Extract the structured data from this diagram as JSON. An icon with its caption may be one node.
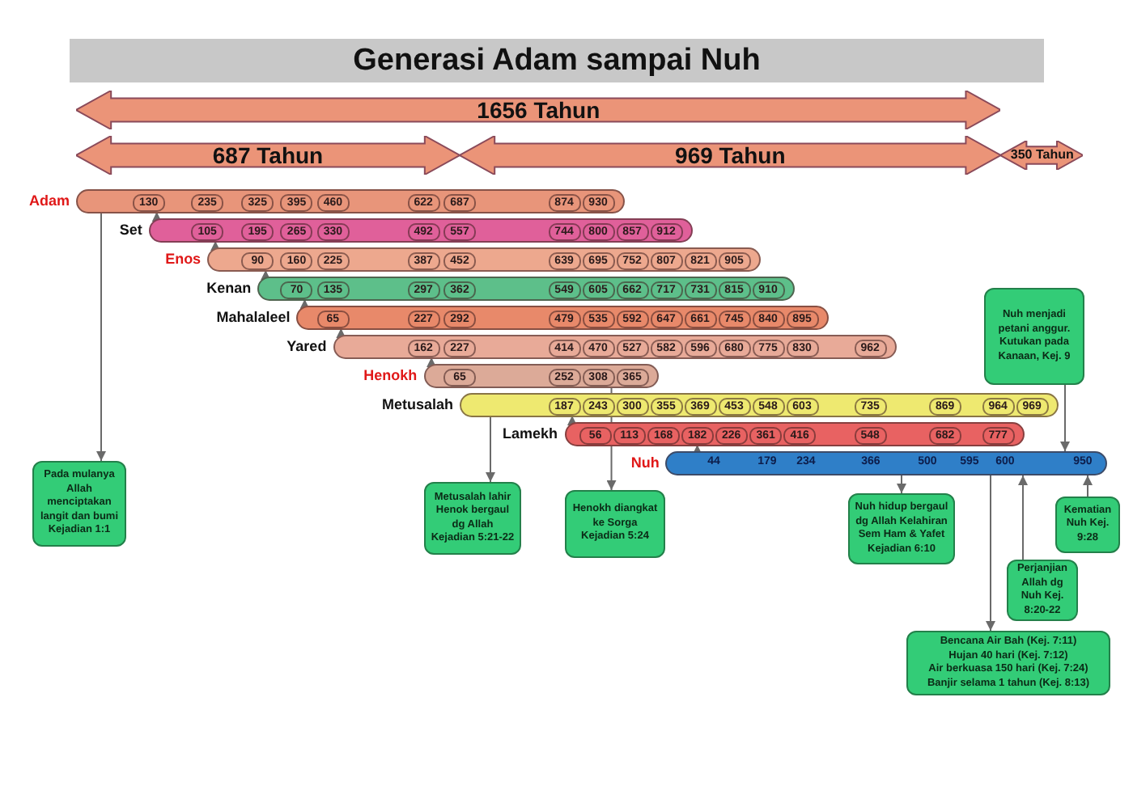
{
  "diagram": {
    "title": "Generasi Adam sampai Nuh",
    "nodes": [
      {
        "text": [
          "1656 Tahun"
        ]
      },
      {
        "text": [
          "687 Tahun"
        ]
      },
      {
        "text": [
          "969 Tahun"
        ]
      },
      {
        "text": [
          "350 Tahun"
        ]
      },
      {
        "text": [
          "Adam"
        ]
      },
      {
        "text": [
          "130"
        ],
        "in": 4
      },
      {
        "text": [
          "235"
        ],
        "in": 4
      },
      {
        "text": [
          "325"
        ],
        "in": 4
      },
      {
        "text": [
          "395"
        ],
        "in": 4
      },
      {
        "text": [
          "460"
        ],
        "in": 4
      },
      {
        "text": [
          "622"
        ],
        "in": 4
      },
      {
        "text": [
          "687"
        ],
        "in": 4
      },
      {
        "text": [
          "874"
        ],
        "in": 4
      },
      {
        "text": [
          "930"
        ],
        "in": 4
      },
      {
        "text": [
          "Set"
        ]
      },
      {
        "text": [
          "105"
        ],
        "in": 14
      },
      {
        "text": [
          "195"
        ],
        "in": 14
      },
      {
        "text": [
          "265"
        ],
        "in": 14
      },
      {
        "text": [
          "330"
        ],
        "in": 14
      },
      {
        "text": [
          "492"
        ],
        "in": 14
      },
      {
        "text": [
          "557"
        ],
        "in": 14
      },
      {
        "text": [
          "744"
        ],
        "in": 14
      },
      {
        "text": [
          "800"
        ],
        "in": 14
      },
      {
        "text": [
          "857"
        ],
        "in": 14
      },
      {
        "text": [
          "912"
        ],
        "in": 14
      },
      {
        "text": [
          "Enos"
        ]
      },
      {
        "text": [
          "90"
        ],
        "in": 25
      },
      {
        "text": [
          "160"
        ],
        "in": 25
      },
      {
        "text": [
          "225"
        ],
        "in": 25
      },
      {
        "text": [
          "387"
        ],
        "in": 25
      },
      {
        "text": [
          "452"
        ],
        "in": 25
      },
      {
        "text": [
          "639"
        ],
        "in": 25
      },
      {
        "text": [
          "695"
        ],
        "in": 25
      },
      {
        "text": [
          "752"
        ],
        "in": 25
      },
      {
        "text": [
          "807"
        ],
        "in": 25
      },
      {
        "text": [
          "821"
        ],
        "in": 25
      },
      {
        "text": [
          "905"
        ],
        "in": 25
      },
      {
        "text": [
          "Kenan"
        ]
      },
      {
        "text": [
          "70"
        ],
        "in": 37
      },
      {
        "text": [
          "135"
        ],
        "in": 37
      },
      {
        "text": [
          "297"
        ],
        "in": 37
      },
      {
        "text": [
          "362"
        ],
        "in": 37
      },
      {
        "text": [
          "549"
        ],
        "in": 37
      },
      {
        "text": [
          "605"
        ],
        "in": 37
      },
      {
        "text": [
          "662"
        ],
        "in": 37
      },
      {
        "text": [
          "717"
        ],
        "in": 37
      },
      {
        "text": [
          "731"
        ],
        "in": 37
      },
      {
        "text": [
          "815"
        ],
        "in": 37
      },
      {
        "text": [
          "910"
        ],
        "in": 37
      },
      {
        "text": [
          "Mahalaleel"
        ]
      },
      {
        "text": [
          "65"
        ],
        "in": 49
      },
      {
        "text": [
          "227"
        ],
        "in": 49
      },
      {
        "text": [
          "292"
        ],
        "in": 49
      },
      {
        "text": [
          "479"
        ],
        "in": 49
      },
      {
        "text": [
          "535"
        ],
        "in": 49
      },
      {
        "text": [
          "592"
        ],
        "in": 49
      },
      {
        "text": [
          "647"
        ],
        "in": 49
      },
      {
        "text": [
          "661"
        ],
        "in": 49
      },
      {
        "text": [
          "745"
        ],
        "in": 49
      },
      {
        "text": [
          "840"
        ],
        "in": 49
      },
      {
        "text": [
          "895"
        ],
        "in": 49
      },
      {
        "text": [
          "Yared"
        ]
      },
      {
        "text": [
          "162"
        ],
        "in": 61
      },
      {
        "text": [
          "227"
        ],
        "in": 61
      },
      {
        "text": [
          "414"
        ],
        "in": 61
      },
      {
        "text": [
          "470"
        ],
        "in": 61
      },
      {
        "text": [
          "527"
        ],
        "in": 61
      },
      {
        "text": [
          "582"
        ],
        "in": 61
      },
      {
        "text": [
          "596"
        ],
        "in": 61
      },
      {
        "text": [
          "680"
        ],
        "in": 61
      },
      {
        "text": [
          "775"
        ],
        "in": 61
      },
      {
        "text": [
          "830"
        ],
        "in": 61
      },
      {
        "text": [
          "962"
        ],
        "in": 61
      },
      {
        "text": [
          "Henokh"
        ]
      },
      {
        "text": [
          "65"
        ],
        "in": 73
      },
      {
        "text": [
          "252"
        ],
        "in": 73
      },
      {
        "text": [
          "308"
        ],
        "in": 73
      },
      {
        "text": [
          "365"
        ],
        "in": 73
      },
      {
        "text": [
          "Metusalah"
        ]
      },
      {
        "text": [
          "187"
        ],
        "in": 78
      },
      {
        "text": [
          "243"
        ],
        "in": 78
      },
      {
        "text": [
          "300"
        ],
        "in": 78
      },
      {
        "text": [
          "355"
        ],
        "in": 78
      },
      {
        "text": [
          "369"
        ],
        "in": 78
      },
      {
        "text": [
          "453"
        ],
        "in": 78
      },
      {
        "text": [
          "548"
        ],
        "in": 78
      },
      {
        "text": [
          "603"
        ],
        "in": 78
      },
      {
        "text": [
          "735"
        ],
        "in": 78
      },
      {
        "text": [
          "869"
        ],
        "in": 78
      },
      {
        "text": [
          "964"
        ],
        "in": 78
      },
      {
        "text": [
          "969"
        ],
        "in": 78
      },
      {
        "text": [
          "Lamekh"
        ]
      },
      {
        "text": [
          "56"
        ],
        "in": 91
      },
      {
        "text": [
          "113"
        ],
        "in": 91
      },
      {
        "text": [
          "168"
        ],
        "in": 91
      },
      {
        "text": [
          "182"
        ],
        "in": 91
      },
      {
        "text": [
          "226"
        ],
        "in": 91
      },
      {
        "text": [
          "361"
        ],
        "in": 91
      },
      {
        "text": [
          "416"
        ],
        "in": 91
      },
      {
        "text": [
          "548"
        ],
        "in": 91
      },
      {
        "text": [
          "682"
        ],
        "in": 91
      },
      {
        "text": [
          "777"
        ],
        "in": 91
      },
      {
        "text": [
          "Nuh",
          "44",
          "179",
          "234",
          "366",
          "500",
          "595",
          "600",
          "950"
        ]
      },
      {
        "text": [
          "Nuh menjadi petani anggur. Kutukan pada Kanaan, Kej. 9"
        ]
      },
      {
        "text": [
          "Pada mulanya Allah menciptakan langit dan bumi Kejadian 1:1"
        ]
      },
      {
        "text": [
          "Metusalah lahir Henok bergaul dg Allah Kejadian 5:21-22"
        ]
      },
      {
        "text": [
          "Henokh diangkat ke Sorga Kejadian 5:24"
        ]
      },
      {
        "text": [
          "Nuh hidup bergaul dg Allah Kelahiran Sem Ham & Yafet Kejadian 6:10"
        ]
      },
      {
        "text": [
          "Kematian Nuh Kej. 9:28"
        ]
      },
      {
        "text": [
          "Perjanjian Allah dg Nuh Kej. 8:20-22"
        ]
      },
      {
        "text": [
          "Bencana Air Bah (Kej. 7:11)",
          "Hujan 40 hari (Kej. 7:12)",
          "Air berkuasa 150 hari (Kej. 7:24)",
          "Banjir selama 1 tahun (Kej. 8:13)"
        ]
      }
    ],
    "edges": [
      {
        "from": 14,
        "to": 5,
        "arrow": "to"
      },
      {
        "from": 25,
        "to": 15,
        "arrow": "to"
      },
      {
        "from": 37,
        "to": 26,
        "arrow": "to"
      },
      {
        "from": 49,
        "to": 38,
        "arrow": "to"
      },
      {
        "from": 61,
        "to": 50,
        "arrow": "to"
      },
      {
        "from": 73,
        "to": 62,
        "arrow": "to"
      },
      {
        "from": 91,
        "to": 79,
        "arrow": "to"
      },
      {
        "from": 102,
        "to": 95,
        "arrow": "to"
      },
      {
        "from": 4,
        "to": 104,
        "arrow": "to"
      },
      {
        "from": 78,
        "to": 105,
        "arrow": "to"
      },
      {
        "from": 73,
        "to": 106,
        "arrow": "to"
      },
      {
        "from": 102,
        "to": 107,
        "arrow": "to"
      },
      {
        "from": 102,
        "to": 110,
        "arrow": "to"
      },
      {
        "from": 109,
        "to": 102,
        "arrow": "to"
      },
      {
        "from": 103,
        "to": 102,
        "arrow": "to"
      },
      {
        "from": 108,
        "to": 102,
        "arrow": "to"
      }
    ]
  }
}
